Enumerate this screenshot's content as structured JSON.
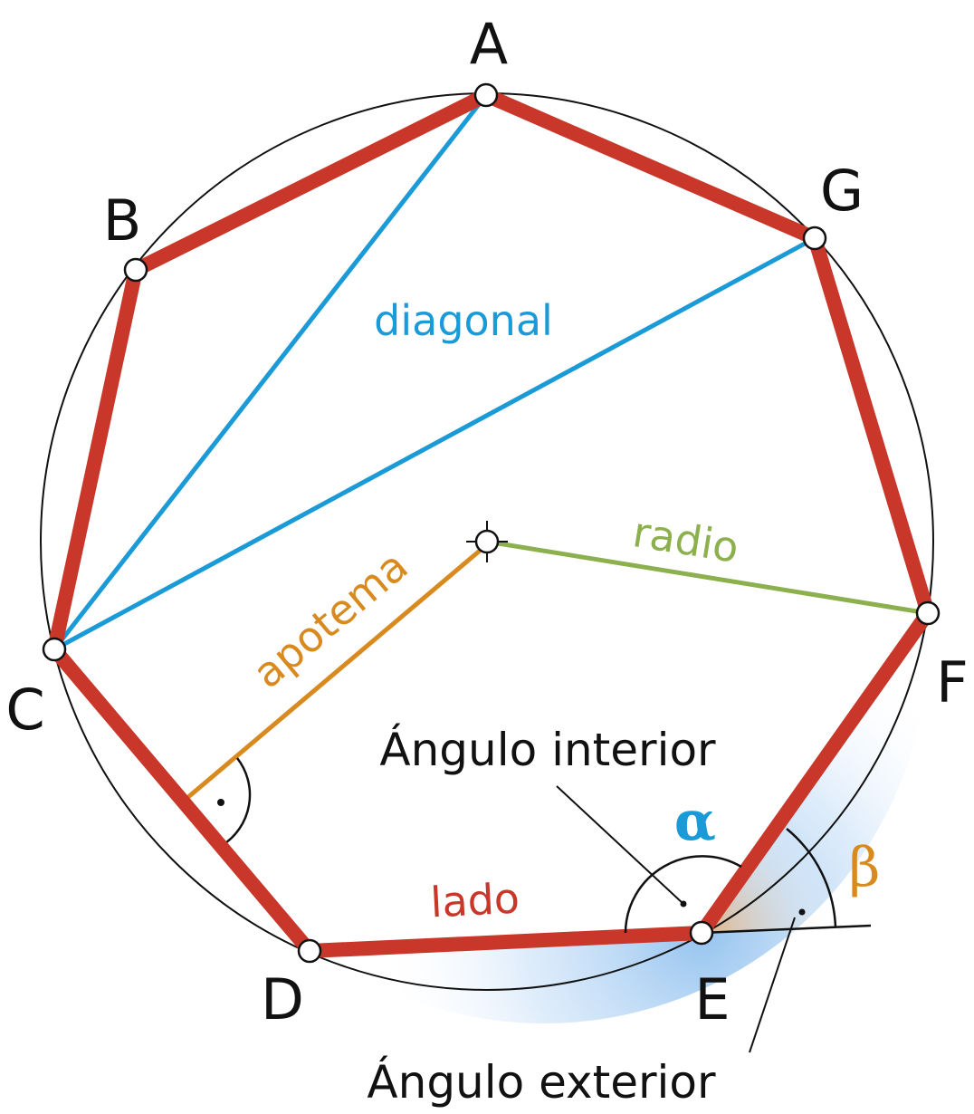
{
  "vertices": {
    "A": "A",
    "B": "B",
    "C": "C",
    "D": "D",
    "E": "E",
    "F": "F",
    "G": "G"
  },
  "labels": {
    "diagonal": "diagonal",
    "radius": "radio",
    "apothem": "apotema",
    "side": "lado",
    "interior_angle": "Ángulo interior",
    "exterior_angle": "Ángulo exterior",
    "alpha": "α",
    "beta": "β"
  },
  "colors": {
    "side": "#c8372a",
    "diagonal": "#1a9ad6",
    "radius": "#8db04f",
    "apothem": "#d88a1f",
    "interior_angle_fill": "#a8cdf0",
    "exterior_angle_fill": "#f2c99a",
    "circle": "#111111"
  }
}
